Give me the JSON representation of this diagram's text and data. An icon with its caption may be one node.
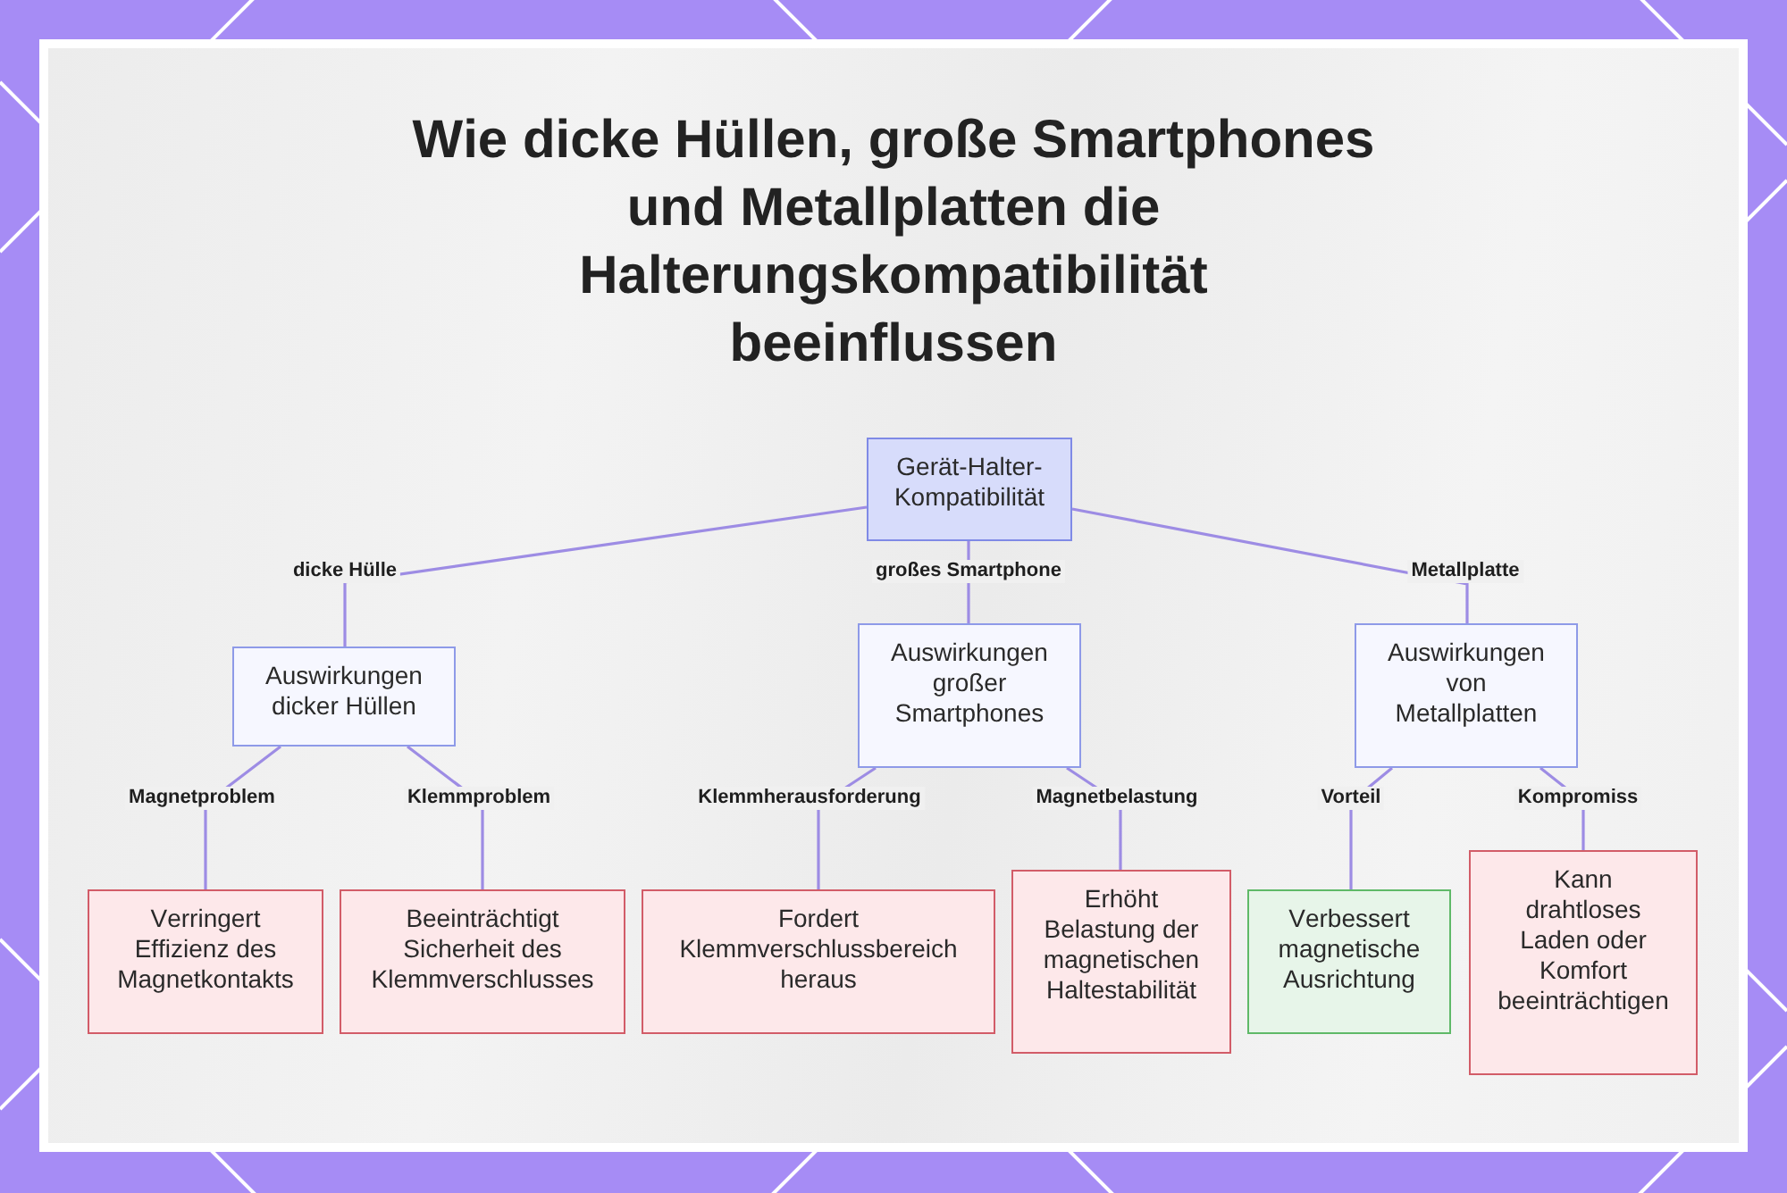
{
  "diagram": {
    "title": "Wie dicke Hüllen, große Smartphones und Metallplatten die Halterungskompatibilität beeinflussen",
    "nodes": [
      {
        "text": [
          "Gerät-Halter-Kompatibilität"
        ]
      },
      {
        "text": [
          "Auswirkungen dicker Hüllen"
        ]
      },
      {
        "text": [
          "Auswirkungen großer Smartphones"
        ]
      },
      {
        "text": [
          "Auswirkungen von Metallplatten"
        ]
      },
      {
        "text": [
          "Verringert Effizienz des Magnetkontakts"
        ]
      },
      {
        "text": [
          "Beeinträchtigt Sicherheit des Klemmverschlusses"
        ]
      },
      {
        "text": [
          "Fordert Klemmverschlussbereich heraus"
        ]
      },
      {
        "text": [
          "Erhöht Belastung der magnetischen Haltestabilität"
        ]
      },
      {
        "text": [
          "Verbessert magnetische Ausrichtung"
        ]
      },
      {
        "text": [
          "Kann drahtloses Laden oder Komfort beeinträchtigen"
        ]
      }
    ],
    "edges": [
      {
        "from": 0,
        "to": 1,
        "arrow": "none",
        "label": "dicke Hülle"
      },
      {
        "from": 0,
        "to": 2,
        "arrow": "none",
        "label": "großes Smartphone"
      },
      {
        "from": 0,
        "to": 3,
        "arrow": "none",
        "label": "Metallplatte"
      },
      {
        "from": 1,
        "to": 4,
        "arrow": "none",
        "label": "Magnetproblem"
      },
      {
        "from": 1,
        "to": 5,
        "arrow": "none",
        "label": "Klemmproblem"
      },
      {
        "from": 2,
        "to": 6,
        "arrow": "none",
        "label": "Klemmherausforderung"
      },
      {
        "from": 2,
        "to": 7,
        "arrow": "none",
        "label": "Magnetbelastung"
      },
      {
        "from": 3,
        "to": 8,
        "arrow": "none",
        "label": "Vorteil"
      },
      {
        "from": 3,
        "to": 9,
        "arrow": "none",
        "label": "Kompromiss"
      }
    ]
  }
}
